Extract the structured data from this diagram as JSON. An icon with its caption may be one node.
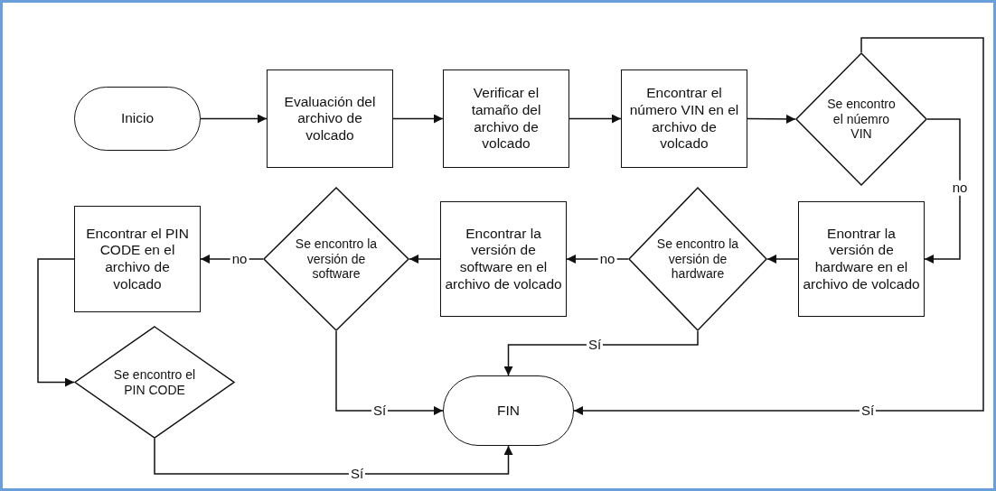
{
  "diagram": {
    "nodes": [
      {
        "text": [
          "Inicio"
        ]
      },
      {
        "text": [
          "Evaluación del archivo de volcado"
        ]
      },
      {
        "text": [
          "Verificar el tamaño del archivo de volcado"
        ]
      },
      {
        "text": [
          "Encontrar el número VIN en el archivo de volcado"
        ]
      },
      {
        "text": [
          "Se encontro el núemro VIN"
        ]
      },
      {
        "text": [
          "Enontrar la versión de hardware en el archivo de volcado"
        ]
      },
      {
        "text": [
          "Se encontro la versión de hardware"
        ]
      },
      {
        "text": [
          "Encontrar la versión de software en el archivo de volcado"
        ]
      },
      {
        "text": [
          "Se encontro la versión de software"
        ]
      },
      {
        "text": [
          "Encontrar el PIN CODE en el archivo de volcado"
        ]
      },
      {
        "text": [
          "Se encontro el PIN CODE"
        ]
      },
      {
        "text": [
          "FIN"
        ]
      }
    ],
    "edges": [
      {
        "from": 0,
        "to": 1,
        "arrow": "to"
      },
      {
        "from": 1,
        "to": 2,
        "arrow": "to"
      },
      {
        "from": 2,
        "to": 3,
        "arrow": "to"
      },
      {
        "from": 3,
        "to": 4,
        "arrow": "to"
      },
      {
        "from": 4,
        "to": 5,
        "arrow": "to",
        "label": "no"
      },
      {
        "from": 5,
        "to": 6,
        "arrow": "to"
      },
      {
        "from": 6,
        "to": 7,
        "arrow": "to",
        "label": "no"
      },
      {
        "from": 7,
        "to": 8,
        "arrow": "to"
      },
      {
        "from": 8,
        "to": 9,
        "arrow": "to",
        "label": "no"
      },
      {
        "from": 9,
        "to": 10,
        "arrow": "to"
      },
      {
        "from": 10,
        "to": 11,
        "arrow": "to",
        "label": "Sí"
      },
      {
        "from": 8,
        "to": 11,
        "arrow": "to",
        "label": "Sí"
      },
      {
        "from": 6,
        "to": 11,
        "arrow": "to",
        "label": "Sí"
      },
      {
        "from": 4,
        "to": 11,
        "arrow": "to",
        "label": "Sí"
      }
    ]
  }
}
